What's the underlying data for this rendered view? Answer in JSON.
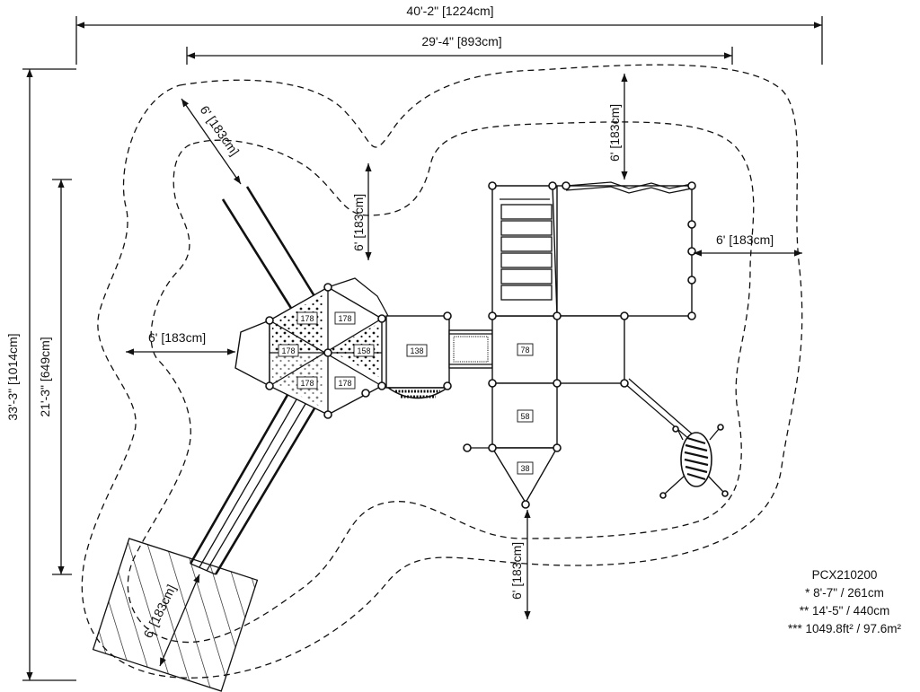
{
  "dimensions": {
    "overall_width": "40'-2\" [1224cm]",
    "inner_width": "29'-4\" [893cm]",
    "overall_depth": "33'-3\" [1014cm]",
    "inner_depth": "21'-3\" [649cm]",
    "clearance_top_left": "6' [183cm]",
    "clearance_top_center": "6' [183cm]",
    "clearance_top_right": "6' [183cm]",
    "clearance_right": "6' [183cm]",
    "clearance_left": "6' [183cm]",
    "clearance_bottom_center": "6' [183cm]",
    "clearance_slide_exit": "6' [183cm]"
  },
  "decks": {
    "hex_top_left": "178",
    "hex_top_right": "178",
    "hex_left": "178",
    "hex_right": "158",
    "hex_bottom_left": "178",
    "hex_bottom_right": "178",
    "center": "138",
    "tower": "78",
    "lower": "58",
    "point": "38"
  },
  "legend": {
    "model": "PCX210200",
    "note1": "* 8'-7\" / 261cm",
    "note2": "** 14'-5\" / 440cm",
    "note3": "*** 1049.8ft² / 97.6m²"
  }
}
